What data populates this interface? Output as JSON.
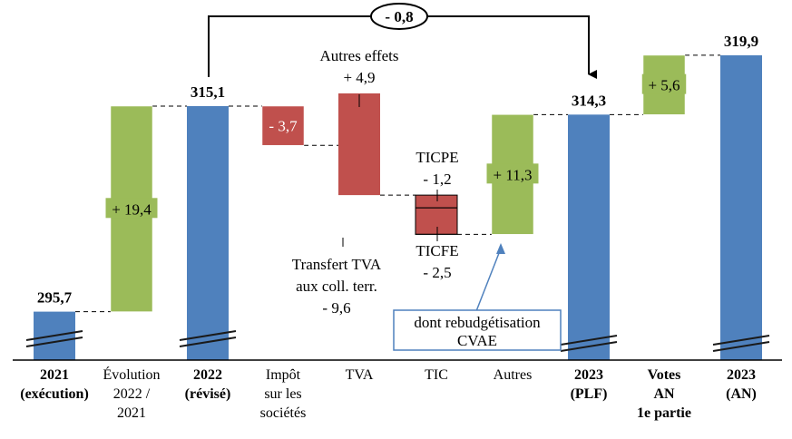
{
  "chart_data": {
    "type": "bar",
    "variant": "waterfall",
    "y_axis_broken": true,
    "colors": {
      "total": "#4f81bd",
      "increase": "#9bbb59",
      "decrease": "#c0504d",
      "callout_border": "#4f81bd"
    },
    "bars": [
      {
        "category": [
          "2021",
          "(exécution)"
        ],
        "bold_category": true,
        "kind": "total",
        "value": 295.7,
        "label": "295,7"
      },
      {
        "category": [
          "Évolution",
          "2022 /",
          "2021"
        ],
        "bold_category": false,
        "kind": "increase",
        "start": 295.7,
        "end": 315.1,
        "label": "+ 19,4"
      },
      {
        "category": [
          "2022",
          "(révisé)"
        ],
        "bold_category": true,
        "kind": "total",
        "value": 315.1,
        "label": "315,1"
      },
      {
        "category": [
          "Impôt",
          "sur les",
          "sociétés"
        ],
        "bold_category": false,
        "kind": "decrease",
        "start": 315.1,
        "end": 311.4,
        "label": "- 3,7"
      },
      {
        "category": [
          "TVA"
        ],
        "bold_category": false,
        "kind": "stacked",
        "segments": [
          {
            "kind": "increase",
            "start": 311.4,
            "end": 316.3
          },
          {
            "kind": "decrease",
            "start": 316.3,
            "end": 306.7
          }
        ]
      },
      {
        "category": [
          "TIC"
        ],
        "bold_category": false,
        "kind": "stacked",
        "segments": [
          {
            "kind": "decrease",
            "start": 306.7,
            "end": 305.5
          },
          {
            "kind": "decrease",
            "start": 305.5,
            "end": 303.0
          }
        ]
      },
      {
        "category": [
          "Autres"
        ],
        "bold_category": false,
        "kind": "increase",
        "start": 303.0,
        "end": 314.3,
        "label": "+ 11,3"
      },
      {
        "category": [
          "2023",
          "(PLF)"
        ],
        "bold_category": true,
        "kind": "total",
        "value": 314.3,
        "label": "314,3"
      },
      {
        "category": [
          "Votes",
          "AN",
          "1e partie"
        ],
        "bold_category": true,
        "kind": "increase",
        "start": 314.3,
        "end": 319.9,
        "label": "+ 5,6"
      },
      {
        "category": [
          "2023",
          "(AN)"
        ],
        "bold_category": true,
        "kind": "total",
        "value": 319.9,
        "label": "319,9"
      }
    ],
    "annotations": {
      "autres_effets": [
        "Autres effets",
        "+ 4,9"
      ],
      "transfert_tva": [
        "Transfert TVA",
        "aux coll. terr.",
        "- 9,6"
      ],
      "ticpe": [
        "TICPE",
        "- 1,2"
      ],
      "ticfe": [
        "TICFE",
        "- 2,5"
      ],
      "callout": [
        "dont rebudgétisation",
        "CVAE"
      ],
      "difference": "- 0,8"
    }
  }
}
